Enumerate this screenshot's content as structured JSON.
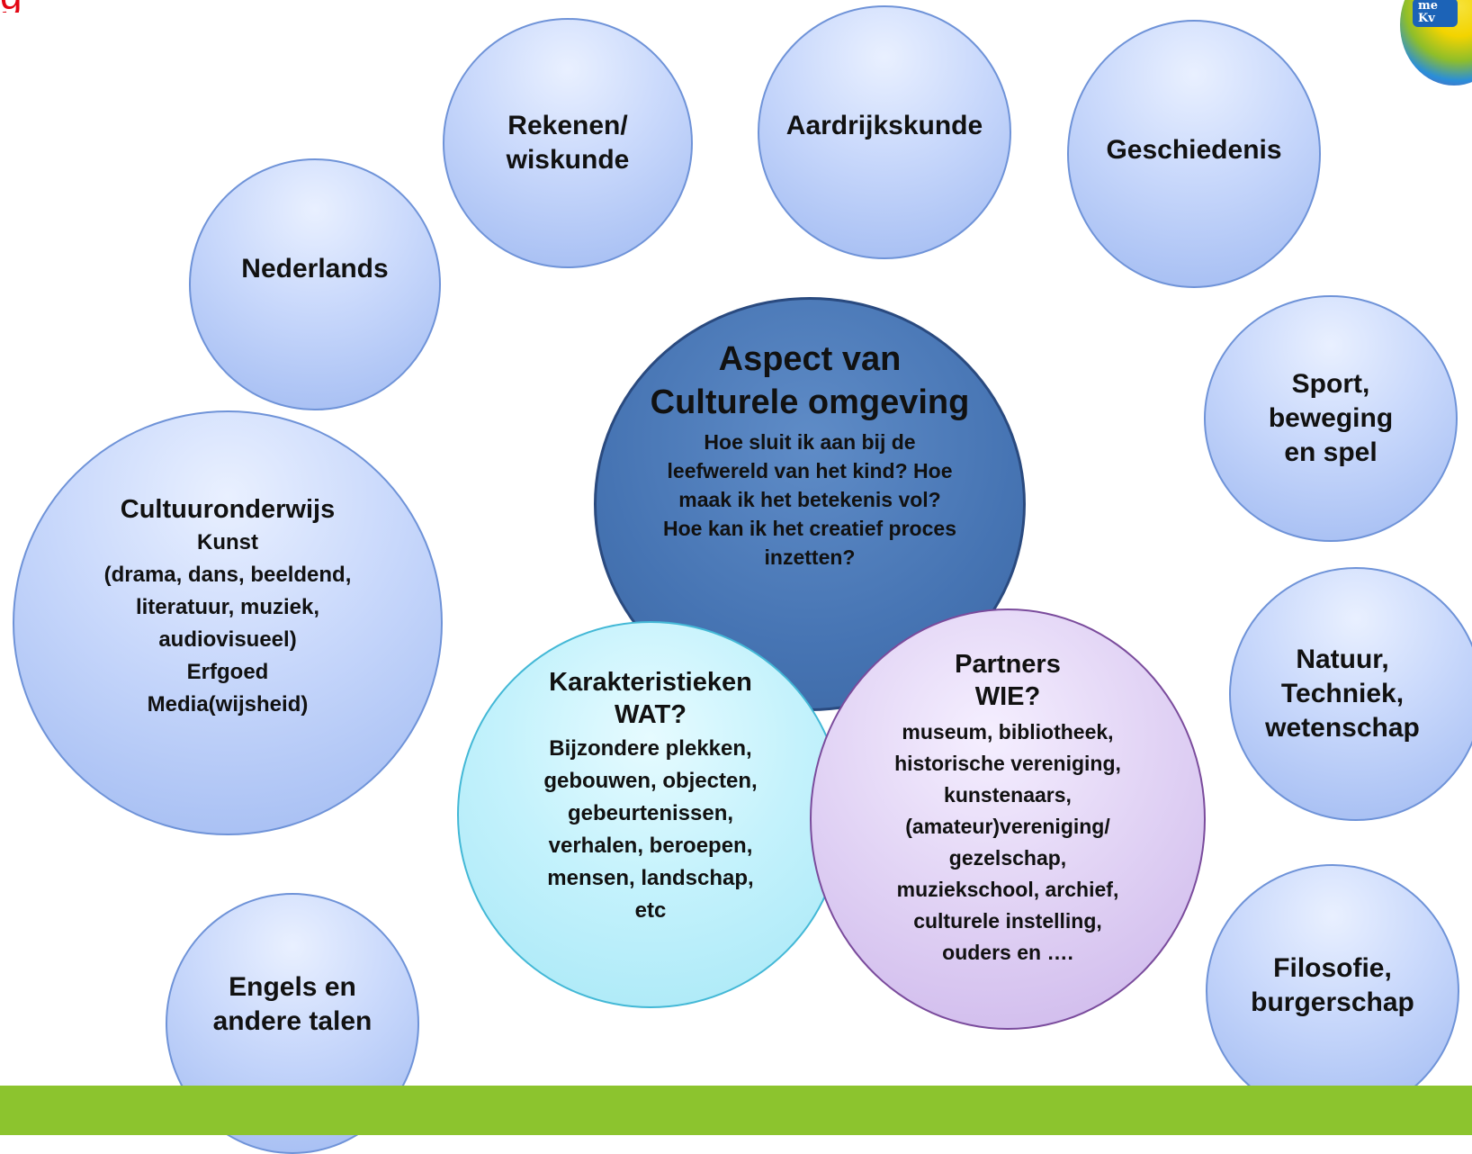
{
  "header": {
    "title_visible": "",
    "color": "#e30613"
  },
  "colors": {
    "blue_bubble": "#c7d7fb",
    "center_bubble": "#4674b3",
    "cyan_bubble": "#c4f2fc",
    "purple_bubble": "#e2d4f5",
    "footer_bar": "#8cc42e"
  },
  "bubbles": {
    "rekenen": "Rekenen/\nwiskunde",
    "aardrijkskunde": "Aardrijkskunde",
    "geschiedenis": "Geschiedenis",
    "nederlands": "Nederlands",
    "sport": "Sport,\nbeweging\nen spel",
    "natuur": "Natuur,\nTechniek,\nwetenschap",
    "filosofie": "Filosofie,\nburgerschap",
    "engels": "Engels en\nandere talen"
  },
  "cultuur": {
    "title": "Cultuuronderwijs",
    "body": "Kunst\n(drama, dans, beeldend,\nliteratuur, muziek,\naudiovisueel)\nErfgoed\nMedia(wijsheid)"
  },
  "center": {
    "title": "Aspect van\nCulturele omgeving",
    "body": "Hoe sluit ik aan bij de\nleefwereld van het kind? Hoe\nmaak ik het betekenis vol?\nHoe kan ik het creatief proces\ninzetten?"
  },
  "karakteristieken": {
    "title": "Karakteristieken\nWAT?",
    "body": "Bijzondere plekken,\ngebouwen, objecten,\ngebeurtenissen,\nverhalen, beroepen,\nmensen, landschap,\netc"
  },
  "partners": {
    "title": "Partners\nWIE?",
    "body": "museum, bibliotheek,\nhistorische vereniging,\nkunstenaars,\n(amateur)vereniging/\ngezelschap,\nmuziekschool, archief,\nculturele instelling,\nouders en …."
  }
}
